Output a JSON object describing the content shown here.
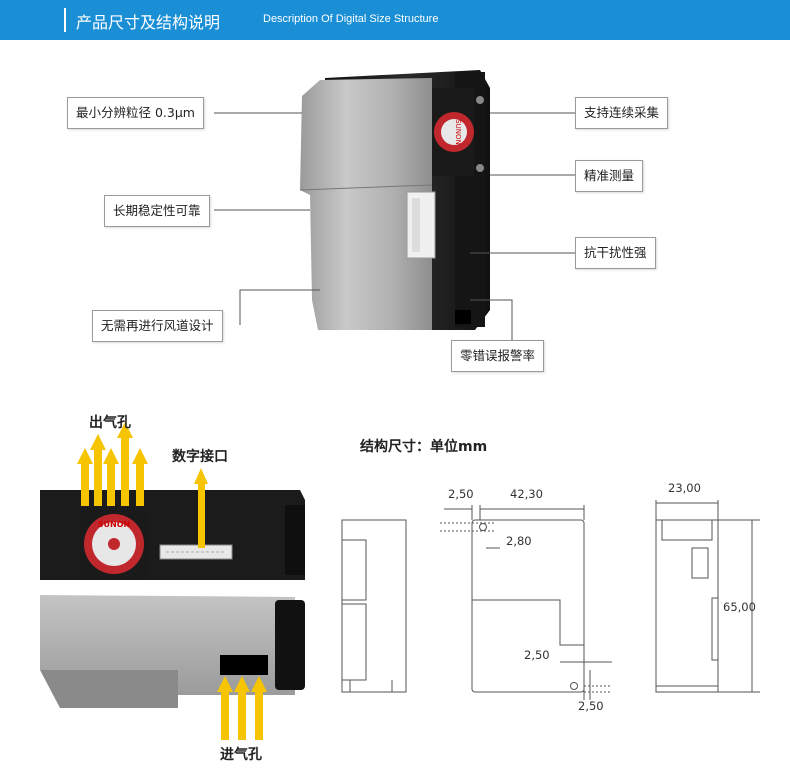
{
  "header": {
    "title_cn": "产品尺寸及结构说明",
    "title_en": "Description Of Digital Size Structure",
    "accent": "#1a8fd6"
  },
  "features": {
    "resolution": "最小分辨粒径 0.3μm",
    "stability": "长期稳定性可靠",
    "no_duct": "无需再进行风道设计",
    "continuous": "支持连续采集",
    "precise": "精准测量",
    "anti_interference": "抗干扰性强",
    "zero_false_alarm": "零错误报警率"
  },
  "fan_brand": "SUNON",
  "ports": {
    "outlet": "出气孔",
    "digital_interface": "数字接口",
    "inlet": "进气孔"
  },
  "drawing": {
    "title": "结构尺寸：单位mm",
    "dims": {
      "d_250_top": "2,50",
      "d_4230": "42,30",
      "d_280": "2,80",
      "d_250_mid": "2,50",
      "d_250_bottom": "2,50",
      "d_2300": "23,00",
      "d_6500": "65,00"
    }
  },
  "colors": {
    "arrow": "#f6c400",
    "metal": "#b9b9b9",
    "body": "#1e1e1e"
  }
}
